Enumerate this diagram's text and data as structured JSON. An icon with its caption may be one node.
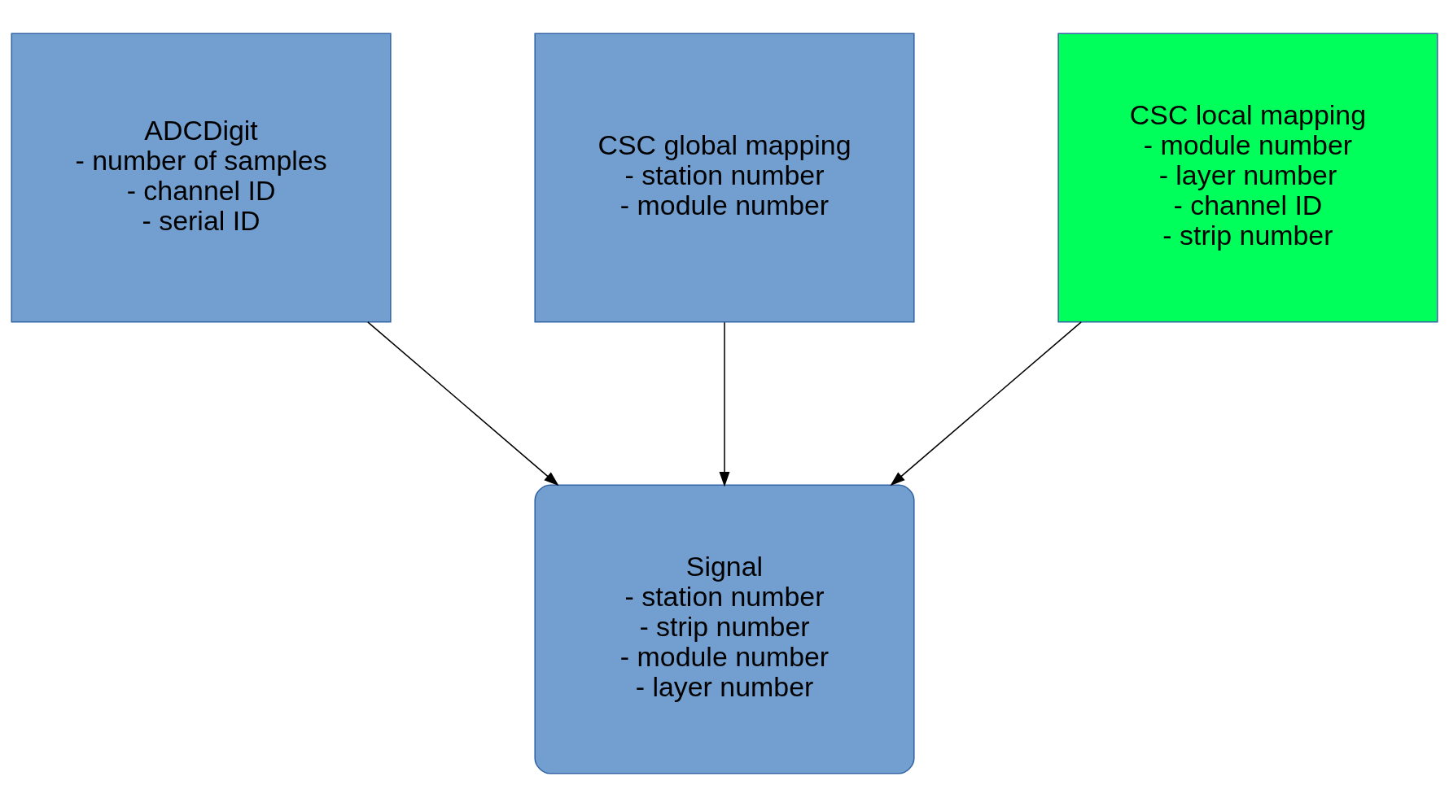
{
  "diagram": {
    "nodes": [
      {
        "text": [
          "ADCDigit",
          "- number of samples",
          "- channel ID",
          "- serial ID"
        ]
      },
      {
        "text": [
          "CSC global mapping",
          "- station number",
          "- module number"
        ]
      },
      {
        "text": [
          "CSC local mapping",
          "- module number",
          "- layer number",
          "- channel ID",
          "- strip number"
        ]
      },
      {
        "text": [
          "Signal",
          "- station number",
          "- strip number",
          "- module number",
          "- layer number"
        ]
      }
    ],
    "edges": [
      {
        "from": 0,
        "to": 3,
        "arrow": "to"
      },
      {
        "from": 1,
        "to": 3,
        "arrow": "to"
      },
      {
        "from": 2,
        "to": 3,
        "arrow": "to"
      }
    ]
  }
}
